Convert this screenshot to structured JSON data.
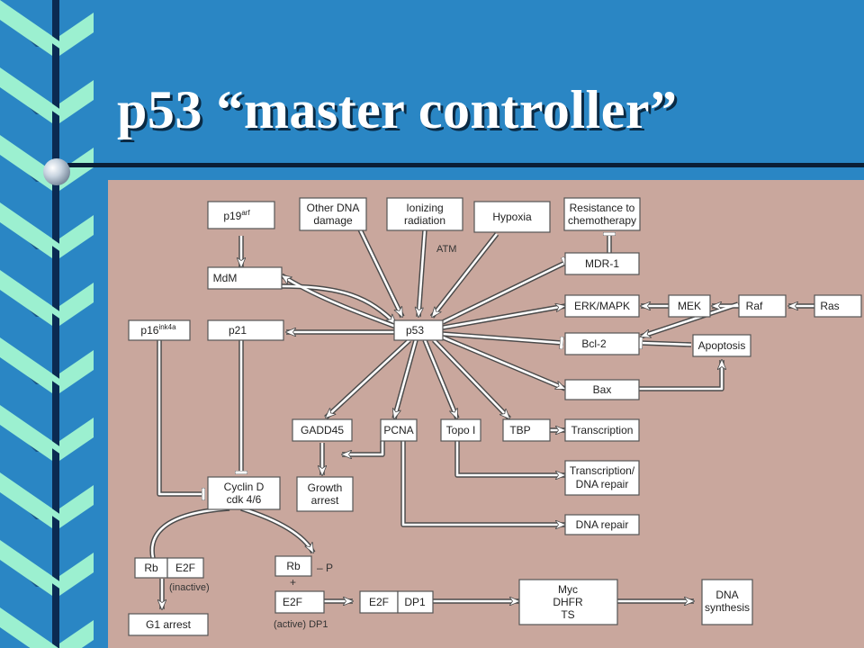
{
  "slide": {
    "title": "p53 “master controller”",
    "colors": {
      "background": "#2a86c4",
      "panel": "#c9a79d",
      "ribbon_light": "#9cf0d0",
      "ribbon_dark": "#0b2a52"
    }
  },
  "diagram": {
    "nodes": {
      "p19arf": "p19",
      "p19arf_sup": "arf",
      "other_dna_1": "Other DNA",
      "other_dna_2": "damage",
      "ionizing_1": "Ionizing",
      "ionizing_2": "radiation",
      "hypoxia": "Hypoxia",
      "resistance_1": "Resistance to",
      "resistance_2": "chemotherapy",
      "mdm": "MdM",
      "mdr1": "MDR-1",
      "erk": "ERK/MAPK",
      "mek": "MEK",
      "raf": "Raf",
      "ras": "Ras",
      "p16": "p16",
      "p16_sup": "ink4a",
      "p21": "p21",
      "p53": "p53",
      "bcl2": "Bcl-2",
      "apoptosis": "Apoptosis",
      "bax": "Bax",
      "gadd45": "GADD45",
      "pcna": "PCNA",
      "topo1": "Topo I",
      "tbp": "TBP",
      "transcription": "Transcription",
      "growth_1": "Growth",
      "growth_2": "arrest",
      "trans_repair_1": "Transcription/",
      "trans_repair_2": "DNA repair",
      "cyclin_1": "Cyclin D",
      "cyclin_2": "cdk 4/6",
      "dna_repair": "DNA repair",
      "rb_left": "Rb",
      "e2f_left": "E2F",
      "rb_right": "Rb",
      "g1": "G1 arrest",
      "e2f_active": "E2F",
      "e2f_mid": "E2F",
      "dp1": "DP1",
      "myc_1": "Myc",
      "myc_2": "DHFR",
      "myc_3": "TS",
      "dna_synth_1": "DNA",
      "dna_synth_2": "synthesis"
    },
    "labels": {
      "atm": "ATM",
      "minus_p": "– P",
      "plus": "+",
      "inactive": "(inactive)",
      "active_dp1": "(active) DP1"
    }
  }
}
